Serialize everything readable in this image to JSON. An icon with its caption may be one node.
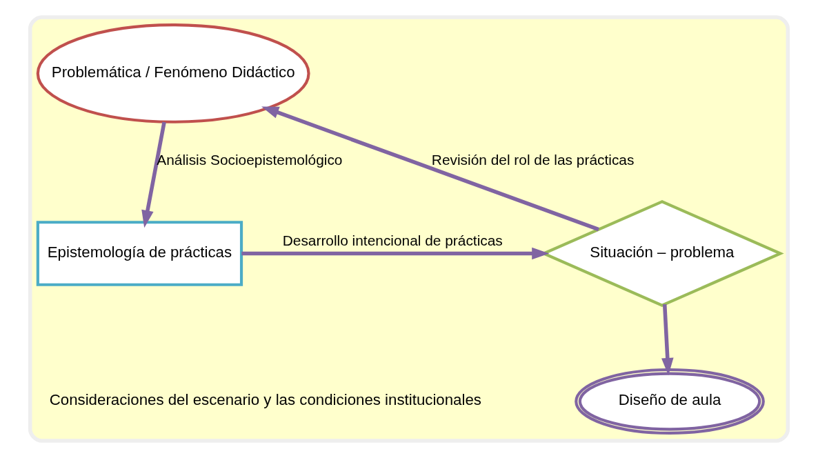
{
  "diagram": {
    "nodes": [
      {
        "text": [],
        "shape": "box"
      },
      {
        "text": [
          "Problemática / Fenómeno Didáctico"
        ],
        "in": 0
      },
      {
        "text": [
          "Epistemología de prácticas"
        ],
        "in": 0
      },
      {
        "text": [
          "Situación – problema"
        ],
        "in": 0
      },
      {
        "text": [
          "Diseño de aula"
        ],
        "in": 0
      }
    ],
    "edges": [
      {
        "from": 1,
        "to": 2,
        "arrow": "to",
        "label": "Análisis Socioepistemológico"
      },
      {
        "from": 2,
        "to": 3,
        "arrow": "to",
        "label": "Desarrollo intencional de prácticas"
      },
      {
        "from": 3,
        "to": 1,
        "arrow": "to",
        "label": "Revisión del rol de las prácticas"
      },
      {
        "from": 3,
        "to": 4,
        "arrow": "to"
      }
    ],
    "labels": [
      "Consideraciones del escenario y las condiciones institucionales"
    ]
  }
}
